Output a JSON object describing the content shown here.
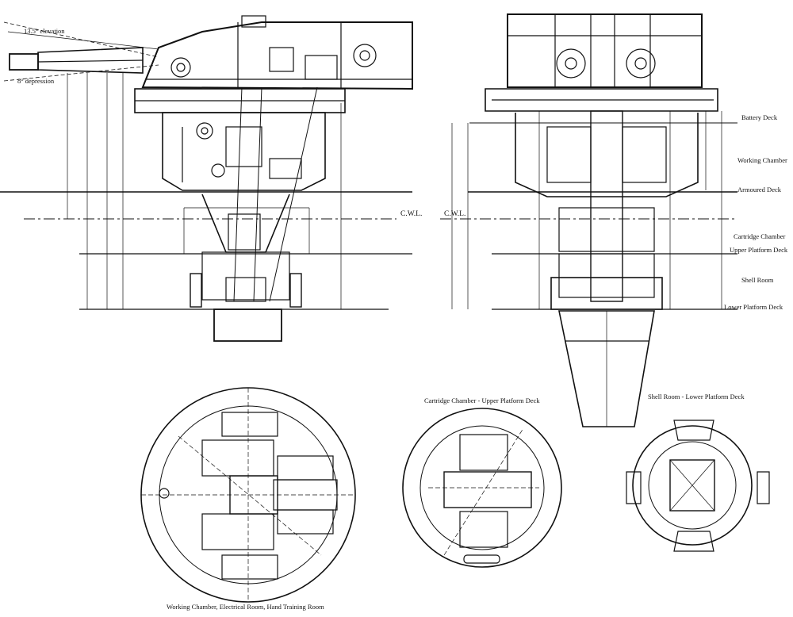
{
  "side_elevation": {
    "elevation_label": "13.5° elevation",
    "depression_label": "8° depression",
    "cwl_label": "C.W.L."
  },
  "front_elevation": {
    "cwl_label": "C.W.L.",
    "deck_labels": [
      "Battery Deck",
      "Working Chamber",
      "Armoured Deck",
      "Cartridge Chamber",
      "Upper Platform Deck",
      "Shell Room",
      "Lower Platform Deck"
    ]
  },
  "plans": {
    "working_chamber_caption": "Working Chamber, Electrical Room, Hand Training Room",
    "cartridge_caption": "Cartridge Chamber - Upper Platform Deck",
    "shell_room_caption": "Shell Room - Lower Platform Deck"
  },
  "colors": {
    "ink": "#111111",
    "paper": "#ffffff"
  }
}
